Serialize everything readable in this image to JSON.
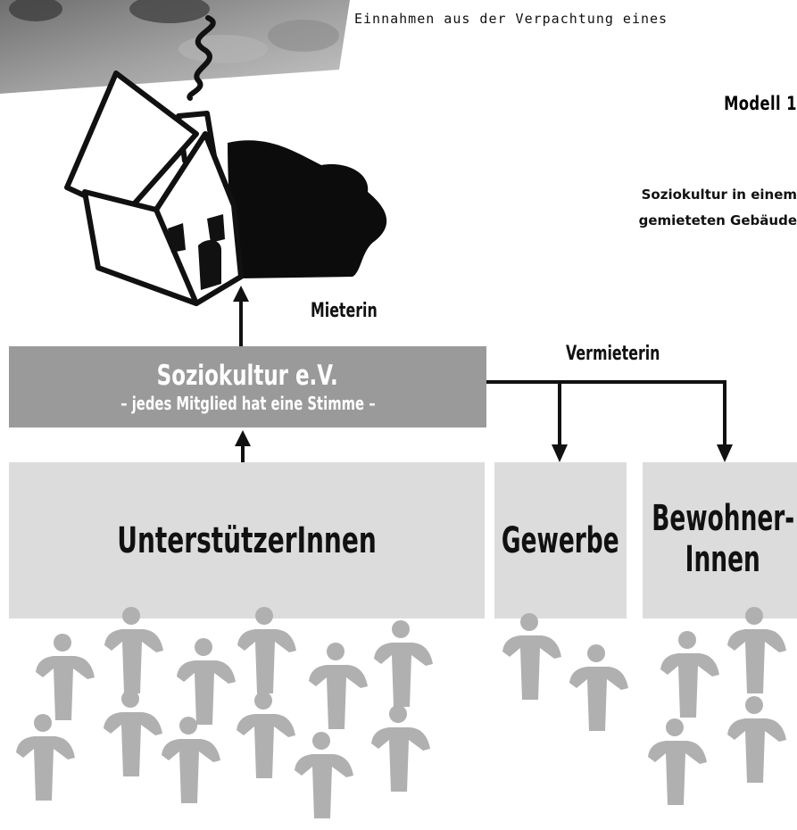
{
  "top_text": "Einnahmen aus der Verpachtung eines",
  "model": {
    "title": "Modell 1",
    "subtitle_line1": "Soziokultur in einem",
    "subtitle_line2": "gemieteten Gebäude"
  },
  "org": {
    "name": "Soziokultur e.V.",
    "note": "– jedes Mitglied hat eine Stimme –"
  },
  "labels": {
    "mieterin": "Mieterin",
    "vermieterin": "Vermieterin"
  },
  "groups": {
    "supporters": "UnterstützerInnen",
    "business": "Gewerbe",
    "residents_line1": "Bewohner-",
    "residents_line2": "Innen"
  },
  "colors": {
    "org_box": "#9a9a9a",
    "group_box": "#dcdcdc",
    "figure": "#b0b0b0"
  }
}
